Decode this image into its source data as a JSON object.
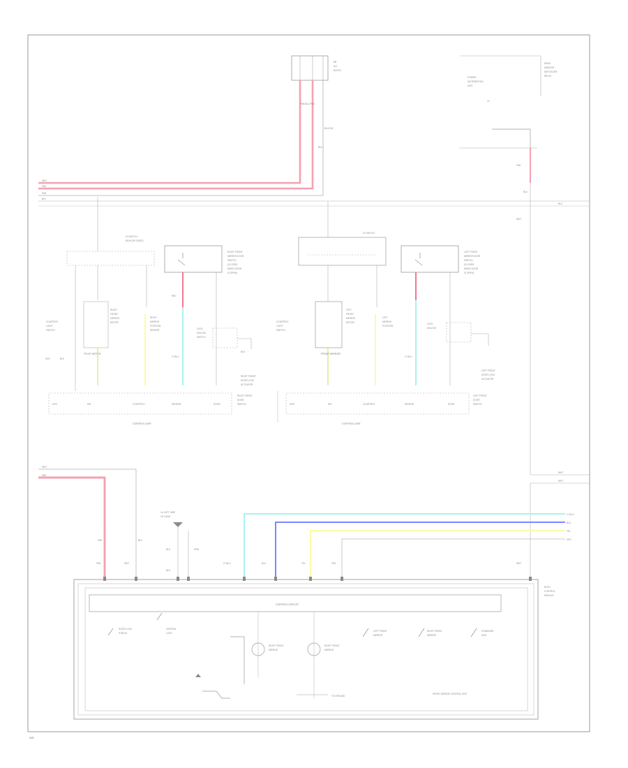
{
  "footer": {
    "code": "WD"
  },
  "wire_colors": {
    "red": "#f7a4b4",
    "red_dark": "#f0788f",
    "cyan": "#a8f2f2",
    "blue": "#7f86ff",
    "yellow": "#fbfba8",
    "gray": "#9a9a9a",
    "light_gray": "#c8c8c8"
  },
  "labels": {
    "fuse_top": "I/P",
    "left_sub": "CONTROL UNIT",
    "right_sub": "CONTROL UNIT",
    "lower_box": "CONTROL CIRCUIT",
    "right_motor_label": "FRONT MIRROR",
    "left_motor_label": "FRONT MIRROR",
    "bottom_note": "FRONT MIRROR CONTROL UNIT",
    "gnd_note": "TO GROUND"
  }
}
